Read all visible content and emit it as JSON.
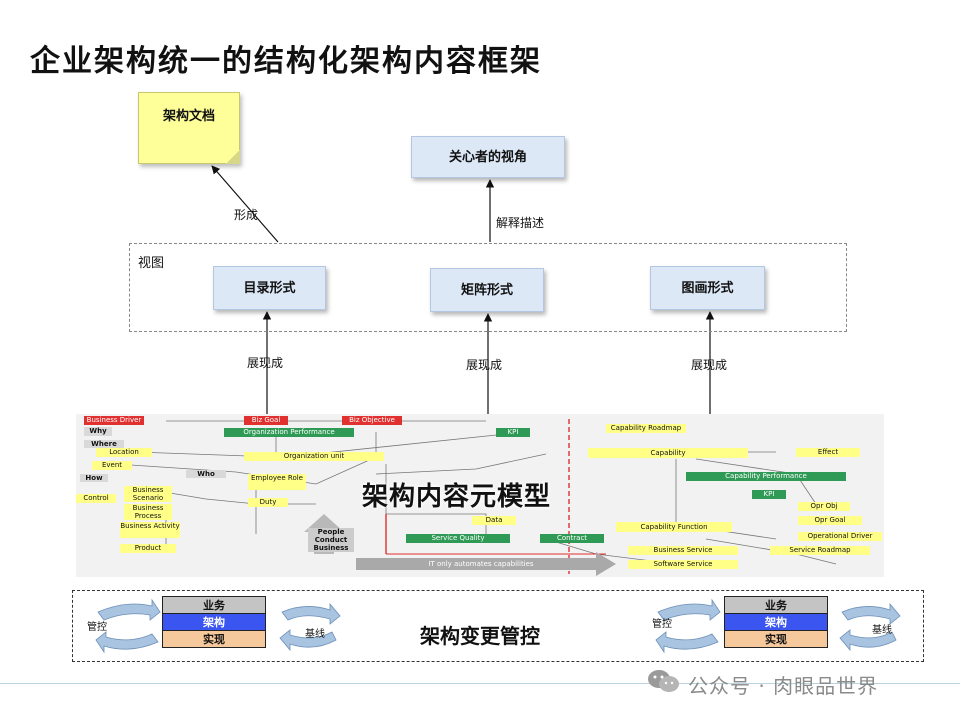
{
  "title": "企业架构统一的结构化架构内容框架",
  "note": "架构文档",
  "stakeholder_view": "关心者的视角",
  "edge_form": "形成",
  "edge_explain": "解释描述",
  "views_label": "视图",
  "views": [
    "目录形式",
    "矩阵形式",
    "图画形式"
  ],
  "edge_present": "展现成",
  "model_title": "架构内容元模型",
  "model_nodes": {
    "business_driver": "Business Driver",
    "biz_goal": "Biz Goal",
    "biz_objective": "Biz Objective",
    "why": "Why",
    "org_performance": "Organization Performance",
    "kpi": "KPI",
    "where": "Where",
    "location": "Location",
    "org_unit": "Organization unit",
    "event": "Event",
    "who": "Who",
    "how": "How",
    "employee_role": "Employee Role",
    "control": "Control",
    "business_scenario": "Business Scenario",
    "business_process": "Business Process",
    "duty": "Duty",
    "business_activity": "Business Activity",
    "product": "Product",
    "data": "Data",
    "people_conduct_business": "People Conduct Business",
    "service_quality": "Service Quality",
    "contract": "Contract",
    "it_only": "IT only automates capabilities",
    "capability_roadmap": "Capability Roadmap",
    "capability": "Capability",
    "effect": "Effect",
    "capability_performance": "Capability Performance",
    "opr_obj": "Opr Obj",
    "opr_goal": "Opr Goal",
    "capability_function": "Capability Function",
    "operational_driver": "Operational Driver",
    "business_service": "Business Service",
    "service_roadmap": "Service Roadmap",
    "software_service": "Software Service"
  },
  "governance": {
    "title": "架构变更管控",
    "layers": [
      "业务",
      "架构",
      "实现"
    ],
    "left_label": "管控",
    "right_label": "基线"
  },
  "watermark": "公众号 · 肉眼品世界",
  "colors": {
    "note_yellow": "#ffff99",
    "view_blue": "#dde8f7",
    "layer_architecture": "#3b55f0",
    "layer_implementation": "#f6c99c",
    "layer_business": "#c4c4c4",
    "model_green": "#2e9a55",
    "model_red": "#e03030",
    "model_yellow": "#ffff88"
  }
}
